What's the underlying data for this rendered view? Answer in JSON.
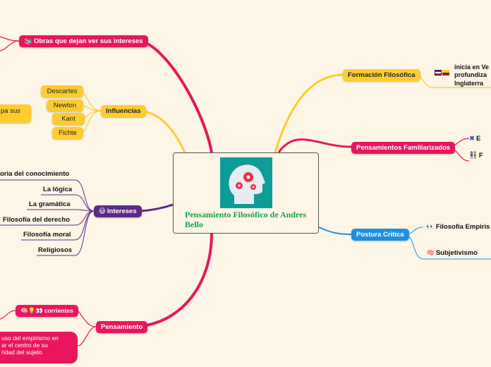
{
  "central": {
    "title": "Pensamiento Filosófico de Andres Bello",
    "image_icon": "head-gears-icon"
  },
  "branches": {
    "obras": {
      "label": "Obras que dejan ver sus intereses",
      "icon": "books"
    },
    "influencias": {
      "label": "Influencias",
      "children": [
        "Descartes",
        "Newton",
        "Kant",
        "Fichte"
      ],
      "note": "pa sus"
    },
    "intereses": {
      "label": "Intereses",
      "icon": "smiley",
      "children": [
        "oria del conocimiento",
        "La lógica",
        "La gramática",
        "Filosofía del derecho",
        "Filosofía moral",
        "Religiosos"
      ]
    },
    "pensamiento": {
      "label": "Pensamiento",
      "corrientes": "corrientes",
      "note_lines": [
        "uso del empirismo en",
        "ar el centro de su",
        "ridad del  sujeto"
      ]
    },
    "formacion": {
      "label": "Formación Filosófica",
      "text_lines": [
        "inicia en Ve",
        "profundiza",
        "Inglaterra"
      ]
    },
    "familiarizados": {
      "label": "Pensamientos Familiarizados",
      "children": [
        "E",
        "F"
      ]
    },
    "postura": {
      "label": "Postura Critica",
      "children": [
        "Filosofia Empiris",
        "Subjetivismo"
      ]
    }
  },
  "colors": {
    "pink": "#e8175d",
    "yellow": "#fecc2f",
    "purple": "#5b2a86",
    "blue": "#1e90e0",
    "green_title": "#16a34a",
    "background": "#fdf5e6"
  }
}
